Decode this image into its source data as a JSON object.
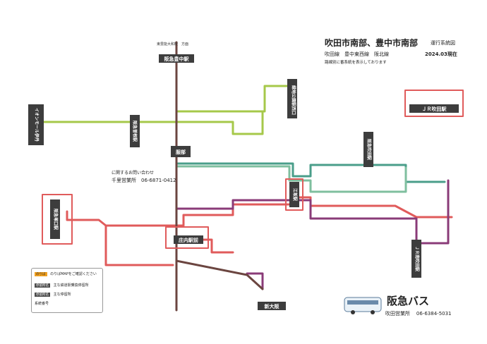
{
  "header": {
    "title": "吹田市南部、豊中市南部",
    "subtitle": "運行系統図",
    "lines": "吹田線　豊中東西線　阪北線",
    "date": "2024.03現在",
    "note": "路線別に番系統を表示しております"
  },
  "office": {
    "line1": "に関するお問い合わせ",
    "line2": "千里営業所　06-6871-0412"
  },
  "top_direction": "東豊能大和駅　方面",
  "stations": {
    "hankyu_toyonaka": "阪急豊中駅",
    "ryokuchi": "緑地公園駅西口",
    "hankyu_sone": "阪急曽根駅",
    "hattori": "服部",
    "aeon": "イオンモール伊丹",
    "hankyu_tsukaguchi": "阪急塚口駅",
    "shonai": "庄内駅前",
    "esaka": "江坂駅",
    "hankyu_suita": "阪急吹田駅",
    "jr_suita": "ＪＲ吹田駅",
    "shin_osaka": "新大阪",
    "jr_minami_suita": "ＪＲ南吹田駅"
  },
  "legend": {
    "tag_hl": "のりば",
    "item1": "のりばMAPをご確認ください",
    "tag2": "停留所名",
    "item2": "主な鉄道駅乗換停留所",
    "tag3": "停留所名",
    "item3": "主な停留所",
    "item4": "系統番号"
  },
  "brand": {
    "logo": "阪急バス",
    "office": "吹田営業所",
    "phone": "06-6384-5031"
  },
  "colors": {
    "route_95": "#a6c84a",
    "route_60": "#e05b5b",
    "route_30": "#8a3b78",
    "route_90": "#4a9e8a",
    "trunk": "#6b4540",
    "station_box": "#3d3d3d"
  }
}
